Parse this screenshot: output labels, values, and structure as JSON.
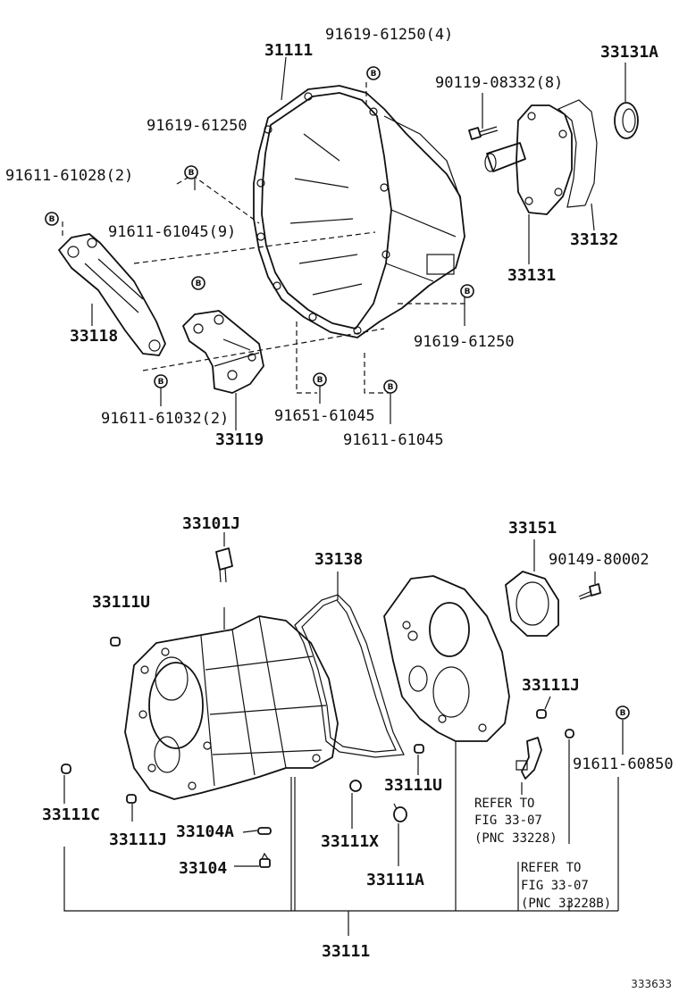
{
  "diagram": {
    "bolt_symbol": "B",
    "figure_id": "333633",
    "labels": {
      "p31111_top": "31111",
      "b91619_61250_4": "91619-61250(4)",
      "p33131A": "33131A",
      "b90119_08332_8": "90119-08332(8)",
      "b91619_61250_a": "91619-61250",
      "b91611_61028_2": "91611-61028(2)",
      "b91611_61045_9": "91611-61045(9)",
      "p33132": "33132",
      "p33131": "33131",
      "p33118": "33118",
      "b91619_61250_b": "91619-61250",
      "b91611_61032_2": "91611-61032(2)",
      "b91651_61045": "91651-61045",
      "b91611_61045": "91611-61045",
      "p33119": "33119",
      "p33101J": "33101J",
      "p33151": "33151",
      "p33138": "33138",
      "b90149_80002": "90149-80002",
      "p33111U_a": "33111U",
      "p33111J_a": "33111J",
      "b91611_60850": "91611-60850",
      "p33111U_b": "33111U",
      "refer1_l1": "REFER TO",
      "refer1_l2": "FIG 33-07",
      "refer1_l3": "(PNC 33228)",
      "p33111C": "33111C",
      "p33111J_b": "33111J",
      "p33104A": "33104A",
      "p33111X": "33111X",
      "p33104": "33104",
      "p33111A": "33111A",
      "refer2_l1": "REFER TO",
      "refer2_l2": "FIG 33-07",
      "refer2_l3": "(PNC 33228B)",
      "p33111_bottom": "33111"
    }
  }
}
